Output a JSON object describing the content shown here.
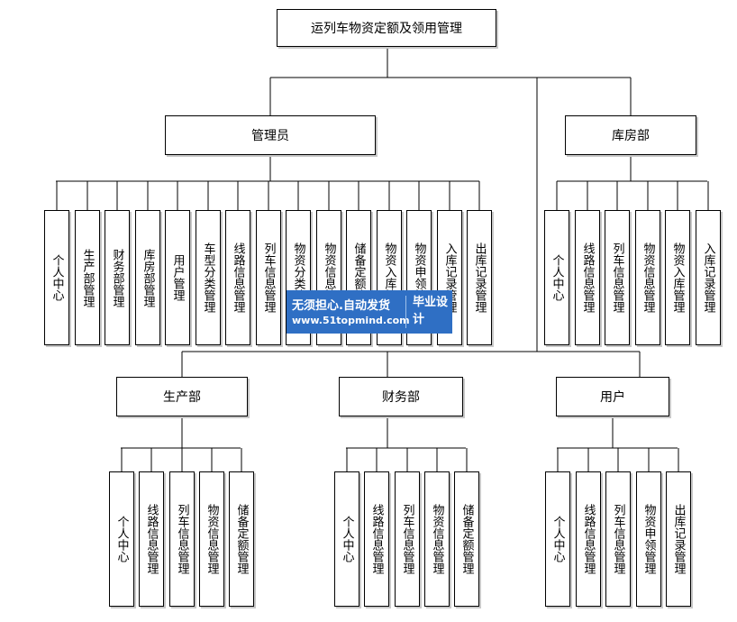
{
  "root": "运列车物资定额及领用管理",
  "groups": {
    "admin": {
      "title": "管理员",
      "items": [
        "个人中心",
        "生产部管理",
        "财务部管理",
        "库房部管理",
        "用户管理",
        "车型分类管理",
        "线路信息管理",
        "列车信息管理",
        "物资分类管理",
        "物资信息管理",
        "储备定额管理",
        "物资入库管理",
        "物资申领管理",
        "入库记录管理",
        "出库记录管理"
      ]
    },
    "warehouse": {
      "title": "库房部",
      "items": [
        "个人中心",
        "线路信息管理",
        "列车信息管理",
        "物资信息管理",
        "物资入库管理",
        "入库记录管理"
      ]
    },
    "production": {
      "title": "生产部",
      "items": [
        "个人中心",
        "线路信息管理",
        "列车信息管理",
        "物资信息管理",
        "储备定额管理"
      ]
    },
    "finance": {
      "title": "财务部",
      "items": [
        "个人中心",
        "线路信息管理",
        "列车信息管理",
        "物资信息管理",
        "储备定额管理"
      ]
    },
    "user": {
      "title": "用户",
      "items": [
        "个人中心",
        "线路信息管理",
        "列车信息管理",
        "物资申领管理",
        "出库记录管理"
      ]
    }
  },
  "watermark": {
    "line1": "无须担心.自动发货",
    "line2": "www.51topmind.com",
    "badge": "毕业设计"
  }
}
